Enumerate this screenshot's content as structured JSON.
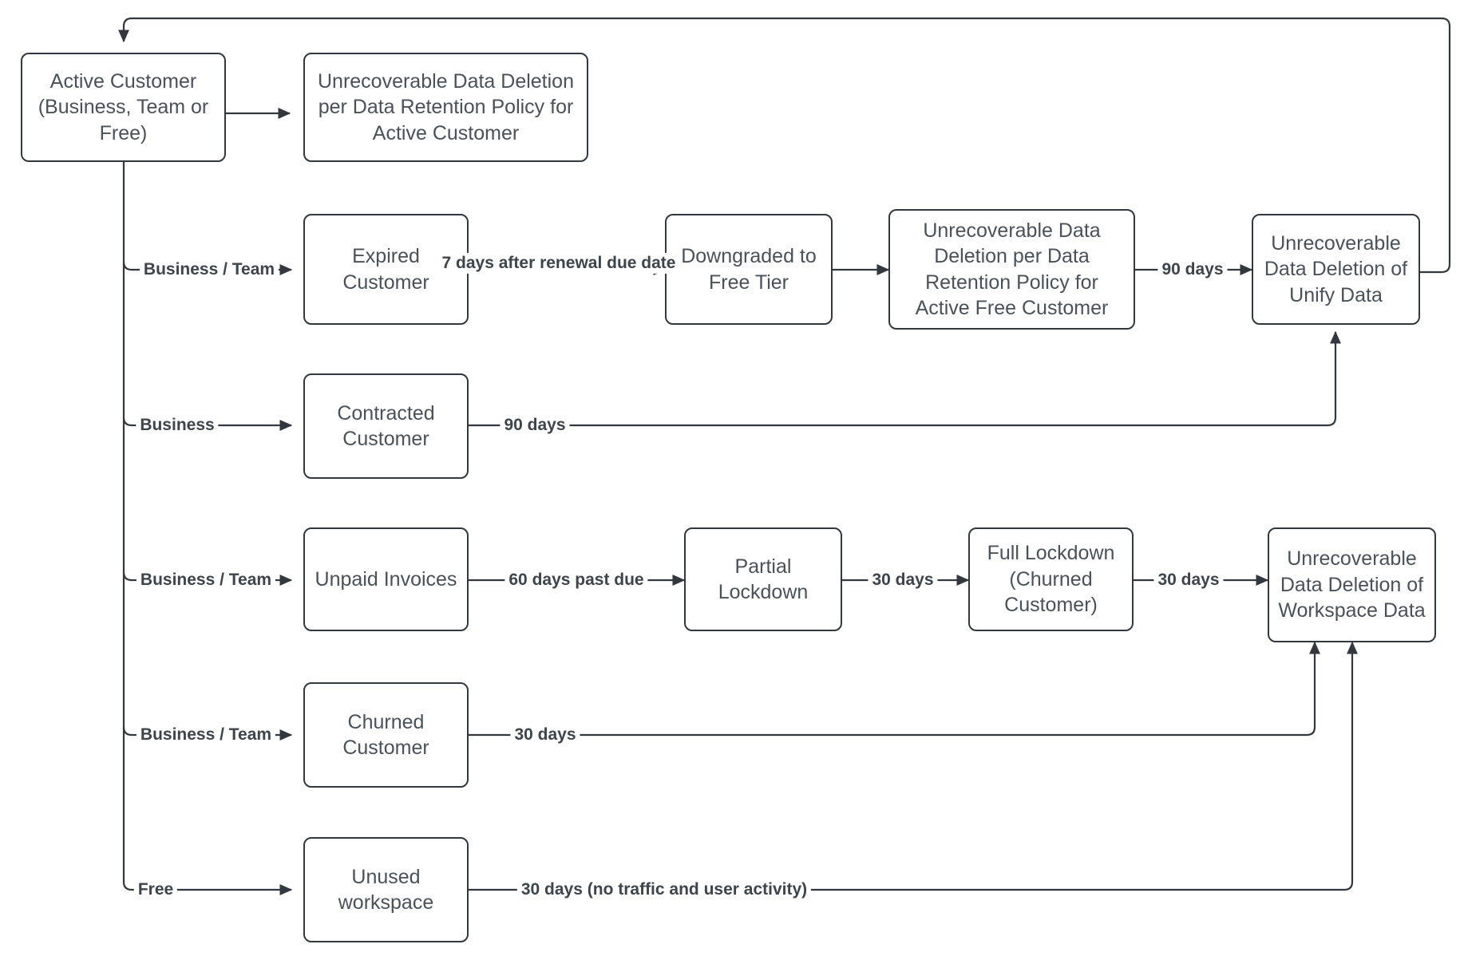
{
  "diagram": {
    "title": "Customer Lifecycle Data Deletion Flow",
    "colors": {
      "node_border": "#32383e",
      "node_fill": "#ffffff",
      "node_text": "#4a5159",
      "edge_line": "#32383e",
      "edge_label_text": "#3d444b",
      "background": "#ffffff"
    },
    "nodes": [
      {
        "id": "active-customer",
        "label": "Active Customer\n(Business, Team or\nFree)"
      },
      {
        "id": "active-retention",
        "label": "Unrecoverable Data Deletion\nper Data Retention Policy for\nActive Customer"
      },
      {
        "id": "expired-customer",
        "label": "Expired\nCustomer"
      },
      {
        "id": "downgraded-free-tier",
        "label": "Downgraded to\nFree Tier"
      },
      {
        "id": "free-retention",
        "label": "Unrecoverable Data\nDeletion per Data\nRetention Policy for\nActive Free Customer"
      },
      {
        "id": "unify-data-deletion",
        "label": "Unrecoverable\nData Deletion of\nUnify Data"
      },
      {
        "id": "contracted-customer",
        "label": "Contracted\nCustomer"
      },
      {
        "id": "unpaid-invoices",
        "label": "Unpaid Invoices"
      },
      {
        "id": "partial-lockdown",
        "label": "Partial\nLockdown"
      },
      {
        "id": "full-lockdown",
        "label": "Full Lockdown\n(Churned\nCustomer)"
      },
      {
        "id": "workspace-data-deletion",
        "label": "Unrecoverable\nData Deletion of\nWorkspace Data"
      },
      {
        "id": "churned-customer",
        "label": "Churned\nCustomer"
      },
      {
        "id": "unused-workspace",
        "label": "Unused\nworkspace"
      }
    ],
    "edge_labels": [
      {
        "id": "branch-business-team-expired",
        "text": "Business / Team"
      },
      {
        "id": "expired-to-downgraded",
        "text": "7 days after\nrenewal due date"
      },
      {
        "id": "free-retention-to-unify",
        "text": "90 days"
      },
      {
        "id": "branch-business-contracted",
        "text": "Business"
      },
      {
        "id": "contracted-to-unify",
        "text": "90 days"
      },
      {
        "id": "branch-business-team-unpaid",
        "text": "Business / Team"
      },
      {
        "id": "unpaid-to-partial",
        "text": "60 days past due"
      },
      {
        "id": "partial-to-full",
        "text": "30 days"
      },
      {
        "id": "full-to-workspace",
        "text": "30 days"
      },
      {
        "id": "branch-business-team-churned",
        "text": "Business / Team"
      },
      {
        "id": "churned-to-workspace",
        "text": "30 days"
      },
      {
        "id": "branch-free-unused",
        "text": "Free"
      },
      {
        "id": "unused-to-workspace",
        "text": "30 days (no traffic and user activity)"
      }
    ]
  }
}
